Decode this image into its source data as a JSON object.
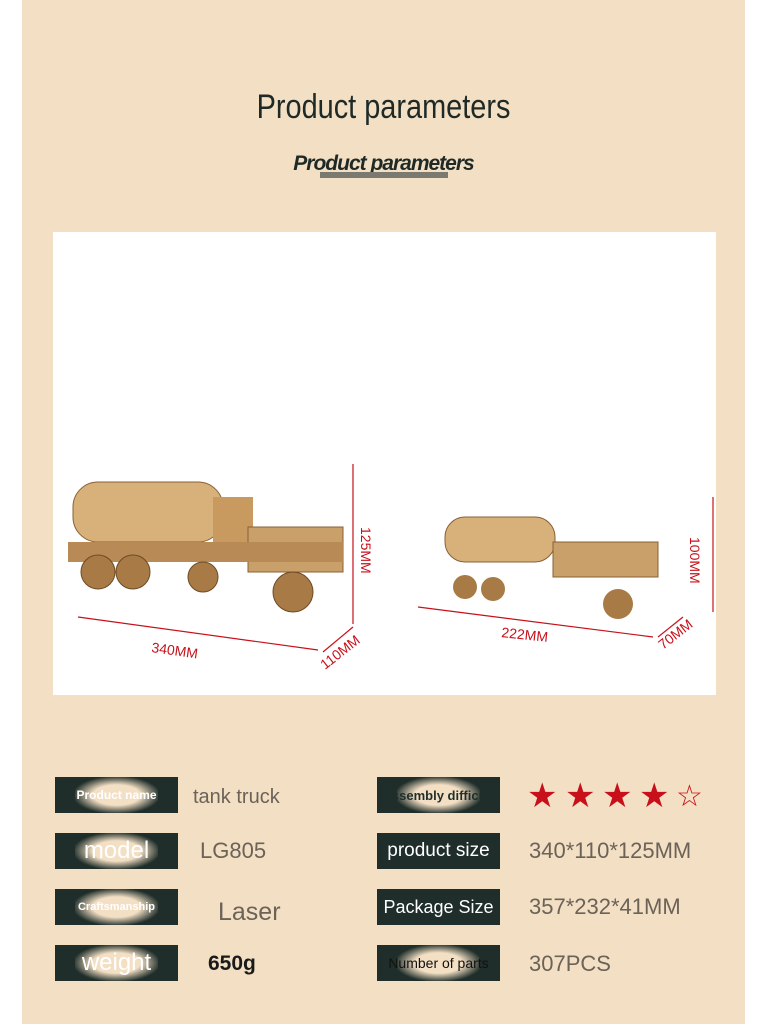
{
  "header": {
    "title": "Product parameters",
    "subtitle": "Product parameters"
  },
  "photo": {
    "dims_large": {
      "length": "340MM",
      "width": "110MM",
      "height": "125MM"
    },
    "dims_small": {
      "length": "222MM",
      "width": "70MM",
      "height": "100MM"
    }
  },
  "params": [
    {
      "label": "Product name",
      "value": "tank truck"
    },
    {
      "label": "model",
      "value": "LG805"
    },
    {
      "label": "Craftsmanship",
      "value": "Laser"
    },
    {
      "label": "weight",
      "value": "650g"
    },
    {
      "label": "Assembly difficult",
      "rating": 4,
      "max": 5,
      "star_color": "#c8101a"
    },
    {
      "label": "product size",
      "value": "340*110*125MM"
    },
    {
      "label": "Package Size",
      "value": "357*232*41MM"
    },
    {
      "label": "Number of parts",
      "value": "307PCS"
    }
  ]
}
